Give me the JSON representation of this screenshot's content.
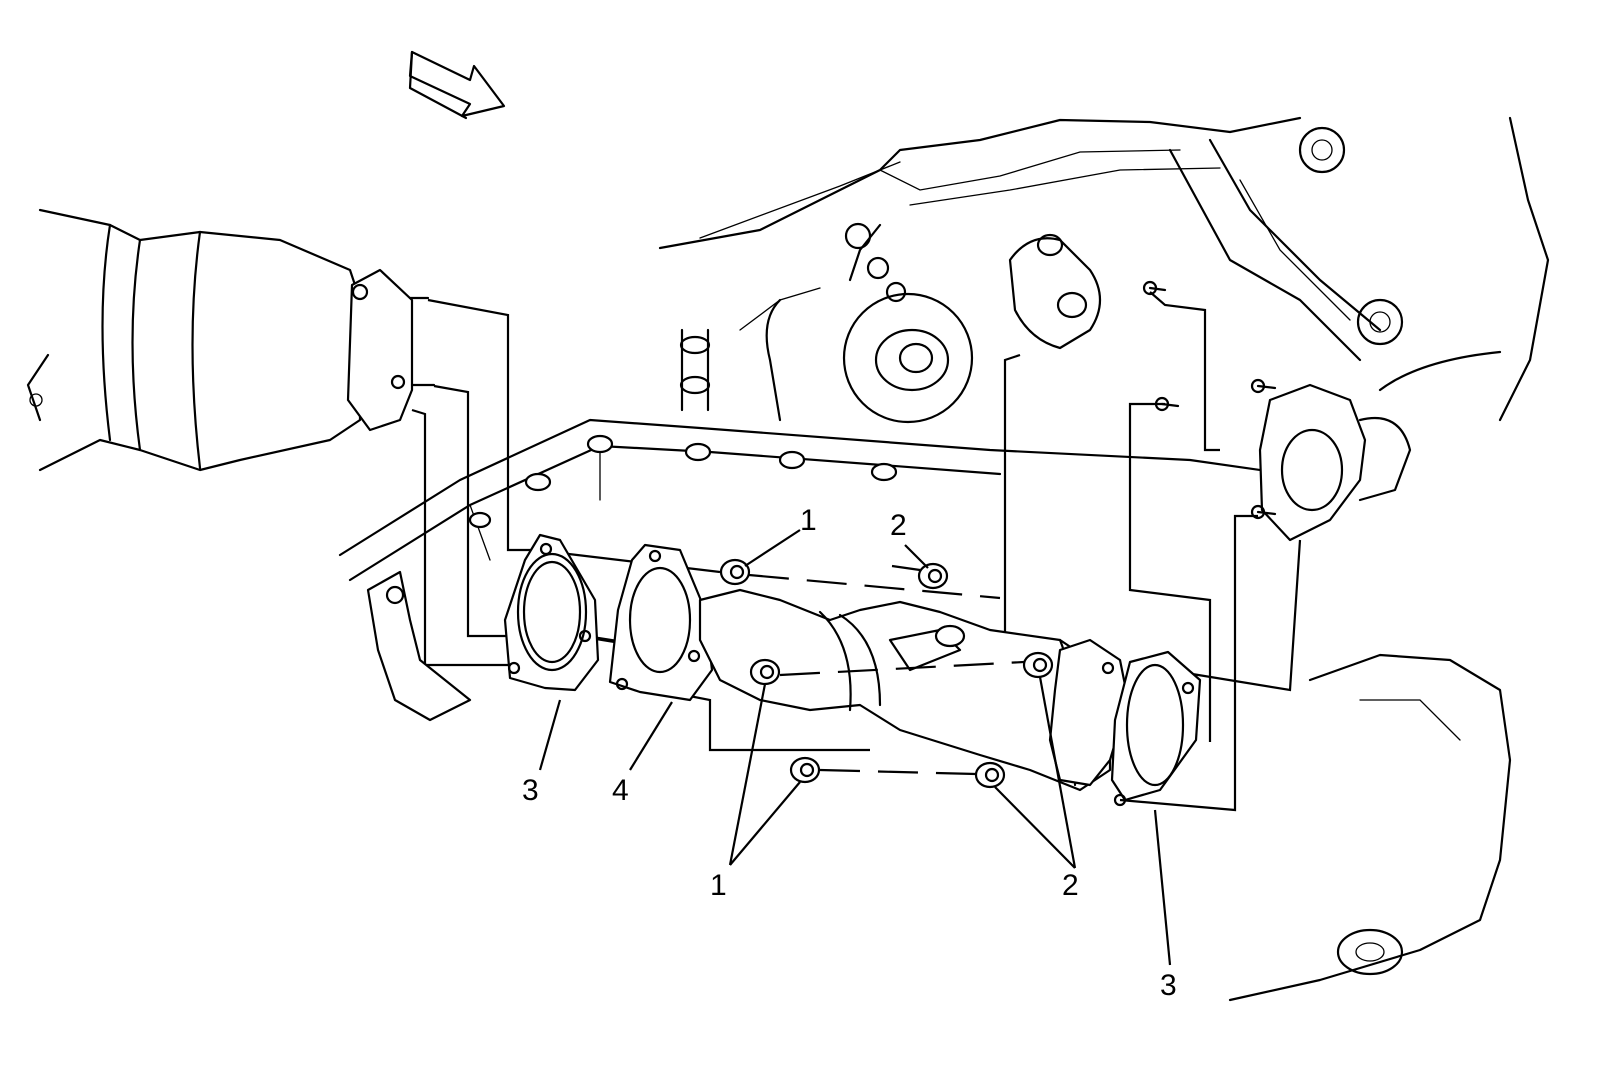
{
  "callouts": {
    "nut_top_1": "1",
    "nut_top_2": "2",
    "gasket_left_3": "3",
    "gasket_4": "4",
    "nut_bottom_1": "1",
    "nut_bottom_2": "2",
    "gasket_right_3": "3"
  }
}
